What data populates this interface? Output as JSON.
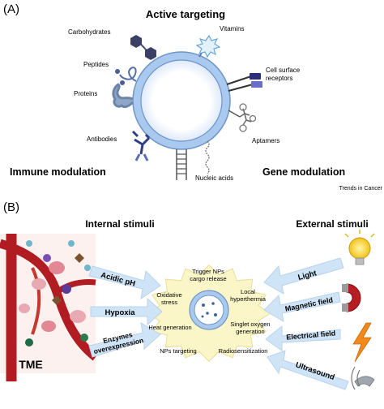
{
  "panel_a": {
    "label": "(A)",
    "title": "Active targeting",
    "ligands": {
      "carbohydrates": "Carbohydrates",
      "vitamins": "Vitamins",
      "peptides": "Peptides",
      "cell_surface_receptors_1": "Cell surface",
      "cell_surface_receptors_2": "receptors",
      "proteins": "Proteins",
      "aptamers": "Aptamers",
      "antibodies": "Antibodies",
      "nucleic_acids": "Nucleic acids"
    },
    "immune_modulation": "Immune modulation",
    "gene_modulation": "Gene modulation",
    "credit": "Trends in Cancer"
  },
  "panel_b": {
    "label": "(B)",
    "internal_title": "Internal stimuli",
    "external_title": "External stimuli",
    "internal_arrows": [
      {
        "lines": [
          "Acidic pH"
        ]
      },
      {
        "lines": [
          "Hypoxia"
        ]
      },
      {
        "lines": [
          "Enzymes",
          "overexpression"
        ]
      }
    ],
    "external_arrows": [
      {
        "lines": [
          "Light"
        ]
      },
      {
        "lines": [
          "Magnetic field"
        ]
      },
      {
        "lines": [
          "Electrical field"
        ]
      },
      {
        "lines": [
          "Ultrasound"
        ]
      }
    ],
    "effects": {
      "trigger_1": "Trigger NPs",
      "trigger_2": "cargo release",
      "oxidative_1": "Oxidative",
      "oxidative_2": "stress",
      "local_1": "Local",
      "local_2": "hyperthermia",
      "heat": "Heat generation",
      "singlet_1": "Singlet oxygen",
      "singlet_2": "generation",
      "targeting": "NPs targeting",
      "radiosens": "Radiosensitization"
    },
    "tme_label": "TME"
  },
  "colors": {
    "arrow_fill": "#cfe4f6",
    "nanoparticle": "#a9c9ee",
    "starburst": "#fbf6c8",
    "vessel": "#b01c22"
  }
}
